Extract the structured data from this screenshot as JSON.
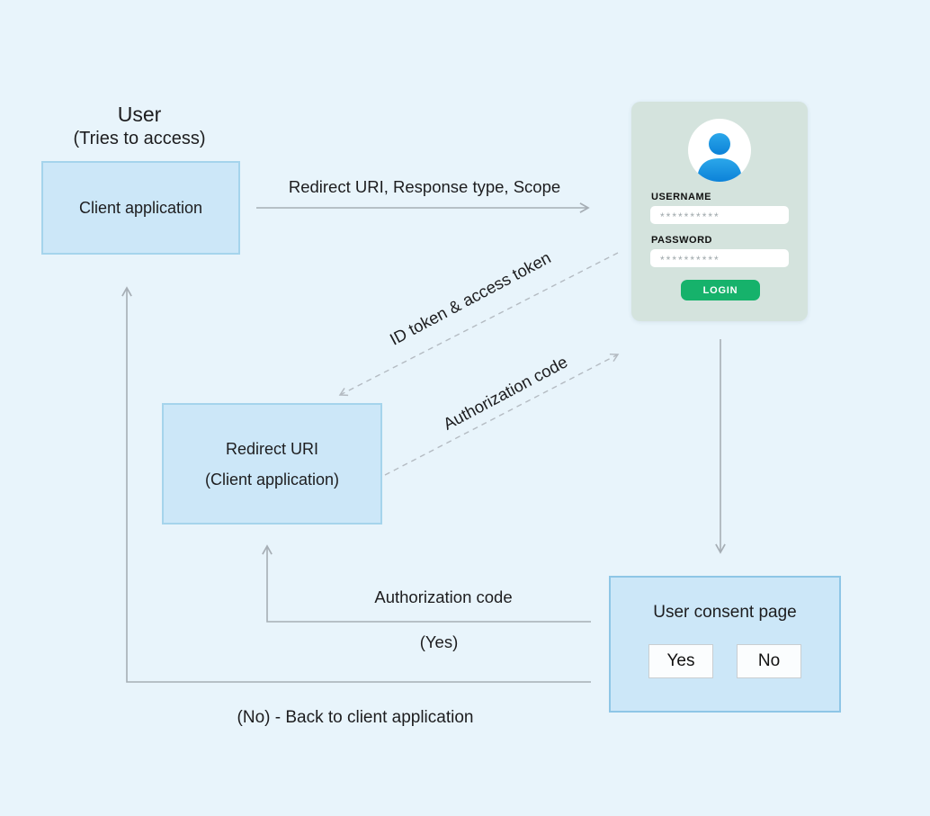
{
  "user": {
    "title": "User",
    "subtitle": "(Tries to access)"
  },
  "nodes": {
    "client_app": {
      "label": "Client application"
    },
    "redirect_uri": {
      "line1": "Redirect URI",
      "line2": "(Client application)"
    },
    "consent": {
      "title": "User consent page",
      "yes_label": "Yes",
      "no_label": "No"
    }
  },
  "login_card": {
    "avatar_icon": "user-avatar-icon",
    "username_label": "USERNAME",
    "username_value": "**********",
    "password_label": "PASSWORD",
    "password_value": "**********",
    "login_button_label": "LOGIN"
  },
  "edges": {
    "request_label": "Redirect URI, Response type, Scope",
    "id_token_label": "ID token & access token",
    "auth_code_diagonal_label": "Authorization code",
    "auth_code_return_label": "Authorization code",
    "yes_note": "(Yes)",
    "no_note": "(No) - Back to client application"
  },
  "colors": {
    "background": "#e8f4fb",
    "node_fill": "#cce7f8",
    "node_border": "#a5d4ec",
    "consent_border": "#8ec6e6",
    "card_fill": "#d4e3dd",
    "arrow": "#a6aeb5",
    "dashed_arrow": "#b4bbc2",
    "text": "#1d1d1f",
    "avatar_blue": "#1695e0",
    "login_green": "#16b26b"
  }
}
